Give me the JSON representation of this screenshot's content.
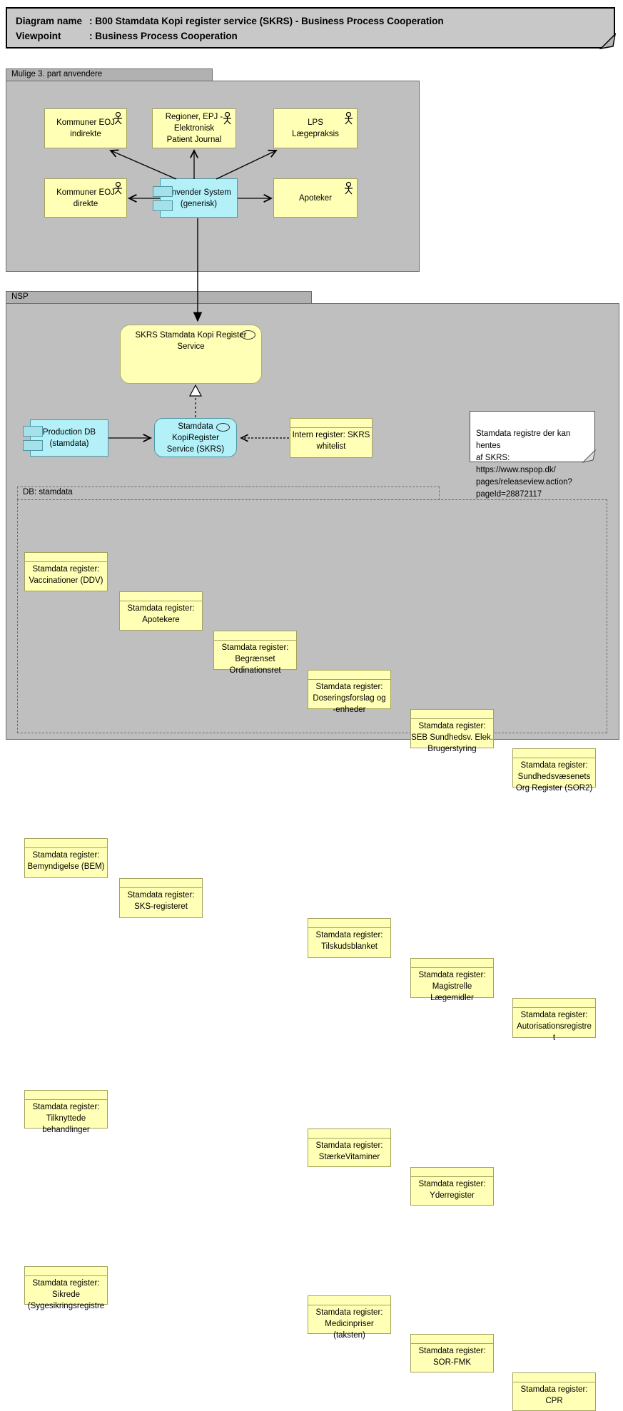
{
  "title_block": {
    "rows": [
      {
        "label": "Diagram name",
        "value": ": B00 Stamdata Kopi register service (SKRS) - Business Process Cooperation"
      },
      {
        "label": "Viewpoint",
        "value": ": Business Process Cooperation"
      }
    ]
  },
  "colors": {
    "group_fill": "#bfbfbf",
    "group_tab_fill": "#b1b1b1",
    "group_border": "#6d6d6d",
    "yellow_fill": "#ffffb5",
    "yellow_border": "#a2a25c",
    "cyan_fill": "#b3f0f8",
    "cyan_border": "#4f96a5",
    "title_fill": "#c8c8c8",
    "note_fill": "#ffffff"
  },
  "icons": {
    "actor": "actor-icon",
    "component": "component-tabs-icon",
    "service": "service-oval-icon"
  },
  "third_party_group": {
    "label": "Mulige 3. part anvendere",
    "actors": [
      {
        "label": "Kommuner EOJ\nindirekte"
      },
      {
        "label": "Regioner, EPJ -\nElektronisk\nPatient Journal"
      },
      {
        "label": "LPS\nLægepraksis"
      },
      {
        "label": "Kommuner EOJ\ndirekte"
      },
      {
        "label": "Apoteker"
      }
    ],
    "component": {
      "label": "Anvender System\n(generisk)"
    }
  },
  "nsp_group": {
    "label": "NSP",
    "service": {
      "label": "SKRS Stamdata Kopi Register\nService"
    },
    "production_db": {
      "label": "Production DB\n(stamdata)"
    },
    "kopi_service": {
      "label": "Stamdata\nKopiRegister\nService (SKRS)"
    },
    "whitelist": {
      "label": "Intern register: SKRS\nwhitelist"
    },
    "note": {
      "text": "Stamdata registre der kan hentes\naf SKRS: https://www.nspop.dk/\npages/releaseview.action?\npageId=28872117"
    },
    "db_group": {
      "label": "DB: stamdata",
      "registers": [
        {
          "label": "Stamdata register:\nVaccinationer (DDV)"
        },
        {
          "label": "Stamdata register:\nApotekere"
        },
        {
          "label": "Stamdata register:\nBegrænset\nOrdinationsret"
        },
        {
          "label": "Stamdata register:\nDoseringsforslag og\n-enheder"
        },
        {
          "label": "Stamdata register:\nSEB Sundhedsv. Elek.\nBrugerstyring"
        },
        {
          "label": "Stamdata register:\nSundhedsvæsenets\nOrg Register (SOR2)"
        },
        {
          "label": "Stamdata register:\nBemyndigelse (BEM)"
        },
        {
          "label": "Stamdata register:\nSKS-registeret"
        },
        {
          "label": "Stamdata register:\nTilskudsblanket"
        },
        {
          "label": "Stamdata register:\nMagistrelle\nLægemidler"
        },
        {
          "label": "Stamdata register:\nAutorisationsregistre\nt"
        },
        {
          "label": "Stamdata register:\nTilknyttede\nbehandlinger"
        },
        {
          "label": "Stamdata register:\nStærkeVitaminer"
        },
        {
          "label": "Stamdata register:\nYderregister"
        },
        {
          "label": "Stamdata register:\nSikrede\n(Sygesikringsregistre"
        },
        {
          "label": "Stamdata register:\nMedicinpriser\n(taksten)"
        },
        {
          "label": "Stamdata register:\nSOR-FMK"
        },
        {
          "label": "Stamdata register:\nCPR"
        }
      ]
    }
  }
}
